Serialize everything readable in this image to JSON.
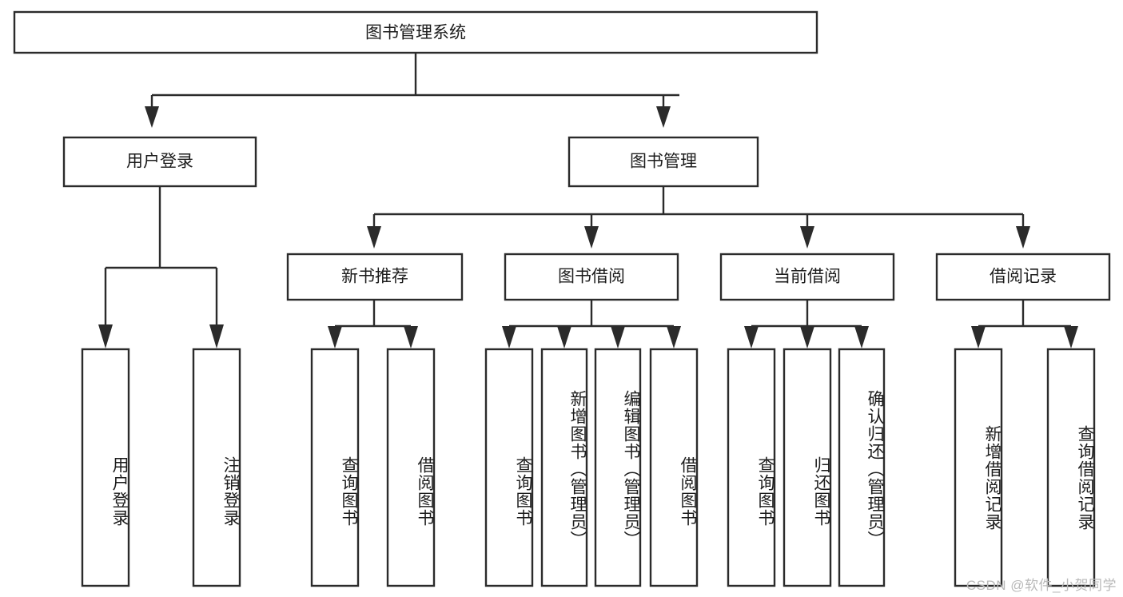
{
  "diagram": {
    "type": "tree",
    "title": "图书管理系统",
    "watermark": "CSDN @软件_小贺同学",
    "colors": {
      "stroke": "#2b2b2b",
      "box_fill": "#ffffff",
      "text": "#1c1c1c",
      "background": "#ffffff",
      "watermark": "#b9b9b9"
    },
    "root": {
      "label": "图书管理系统"
    },
    "level2": [
      {
        "label": "用户登录"
      },
      {
        "label": "图书管理"
      }
    ],
    "level3": [
      {
        "label": "新书推荐"
      },
      {
        "label": "图书借阅"
      },
      {
        "label": "当前借阅"
      },
      {
        "label": "借阅记录"
      }
    ],
    "leaves": [
      {
        "label": "用户登录",
        "parent": "用户登录"
      },
      {
        "label": "注销登录",
        "parent": "用户登录"
      },
      {
        "label": "查询图书",
        "parent": "新书推荐"
      },
      {
        "label": "借阅图书",
        "parent": "新书推荐"
      },
      {
        "label": "查询图书",
        "parent": "图书借阅"
      },
      {
        "label": "新增图书（管理员）",
        "parent": "图书借阅"
      },
      {
        "label": "编辑图书（管理员）",
        "parent": "图书借阅"
      },
      {
        "label": "借阅图书",
        "parent": "图书借阅"
      },
      {
        "label": "查询图书",
        "parent": "当前借阅"
      },
      {
        "label": "归还图书",
        "parent": "当前借阅"
      },
      {
        "label": "确认归还（管理员）",
        "parent": "当前借阅"
      },
      {
        "label": "新增借阅记录",
        "parent": "借阅记录"
      },
      {
        "label": "查询借阅记录",
        "parent": "借阅记录"
      }
    ]
  }
}
